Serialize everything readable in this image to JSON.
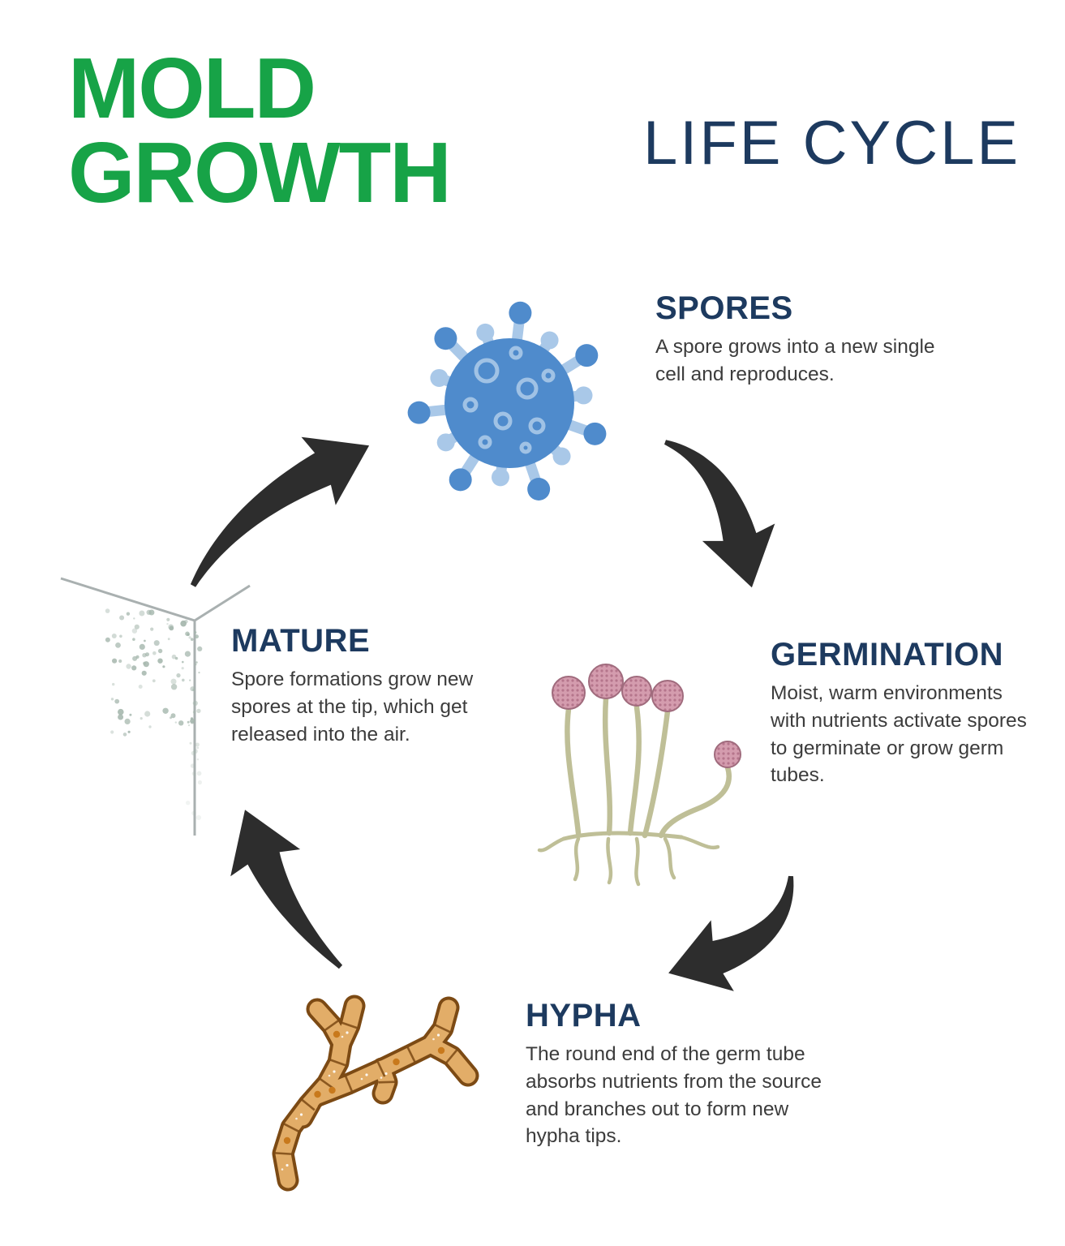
{
  "header": {
    "title_line1": "MOLD",
    "title_line2": "GROWTH",
    "subtitle": "LIFE CYCLE"
  },
  "stages": [
    {
      "id": "spores",
      "label": "SPORES",
      "description": "A spore grows into a new single cell and reproduces.",
      "icon": "spore-cell-icon"
    },
    {
      "id": "germination",
      "label": "GERMINATION",
      "description": "Moist, warm environments with nutrients activate spores to germinate or grow germ tubes.",
      "icon": "sporangium-icon"
    },
    {
      "id": "hypha",
      "label": "HYPHA",
      "description": "The round end of the germ tube absorbs nutrients from the source and branches out to form new hypha tips.",
      "icon": "branching-hypha-icon"
    },
    {
      "id": "mature",
      "label": "MATURE",
      "description": "Spore formations grow new spores at the tip, which get released into the air.",
      "icon": "corner-spore-release-icon"
    }
  ],
  "colors": {
    "title_green": "#17a347",
    "heading_navy": "#1d3a5f",
    "body_text": "#3c3c3c",
    "arrow": "#2d2d2d",
    "spore_main": "#4f8bcc",
    "spore_light": "#a9c8e8",
    "germination_stalk": "#bfbf97",
    "germination_head": "#d49cae",
    "germination_head_dot": "#b5758c",
    "germination_head_stroke": "#a06b7d",
    "hypha_fill": "#e2ad68",
    "hypha_outline": "#7c4a14",
    "hypha_dot": "#c8791c",
    "mature_dots": "#a3b5ab",
    "mature_line": "#a9b0b0"
  }
}
